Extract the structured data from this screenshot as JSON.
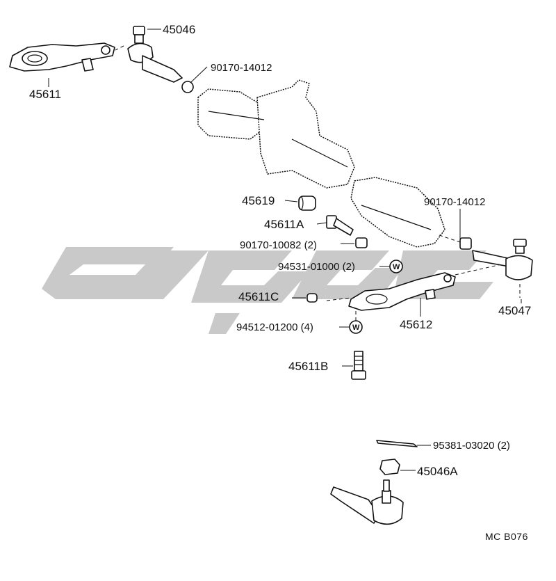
{
  "diagram": {
    "code": "MC B076",
    "parts": {
      "p45046": "45046",
      "p45611": "45611",
      "p90170_14012_a": "90170-14012",
      "p45619": "45619",
      "p90170_14012_b": "90170-14012",
      "p45611A": "45611A",
      "p90170_10082": "90170-10082 (2)",
      "p94531_01000": "94531-01000 (2)",
      "p45611C": "45611C",
      "p45047": "45047",
      "p94512_01200": "94512-01200 (4)",
      "p45612": "45612",
      "p45611B": "45611B",
      "p95381_03020": "95381-03020 (2)",
      "p45046A": "45046A"
    },
    "washer_mark": "W"
  },
  "colors": {
    "line": "#111111",
    "watermark": "#c9c9c9",
    "background": "#ffffff"
  }
}
